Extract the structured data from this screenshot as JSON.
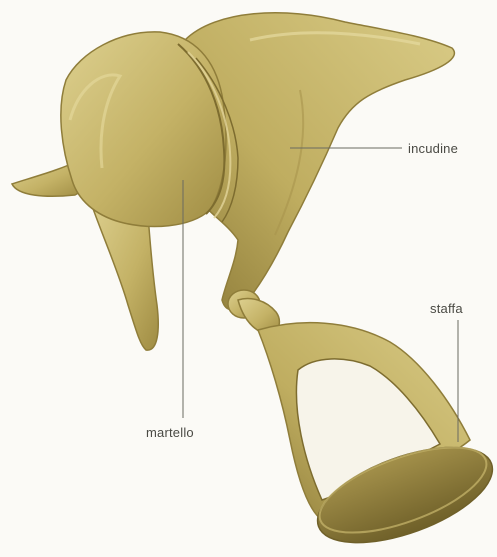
{
  "labels": {
    "incudine": "incudine",
    "staffa": "staffa",
    "martello": "martello"
  },
  "colors": {
    "bone_fill": "#c6b56b",
    "bone_shadow": "#8f7d3a",
    "bone_highlight": "#e2d59a",
    "leader_line": "#6a6a60",
    "background": "#fbfaf6"
  }
}
